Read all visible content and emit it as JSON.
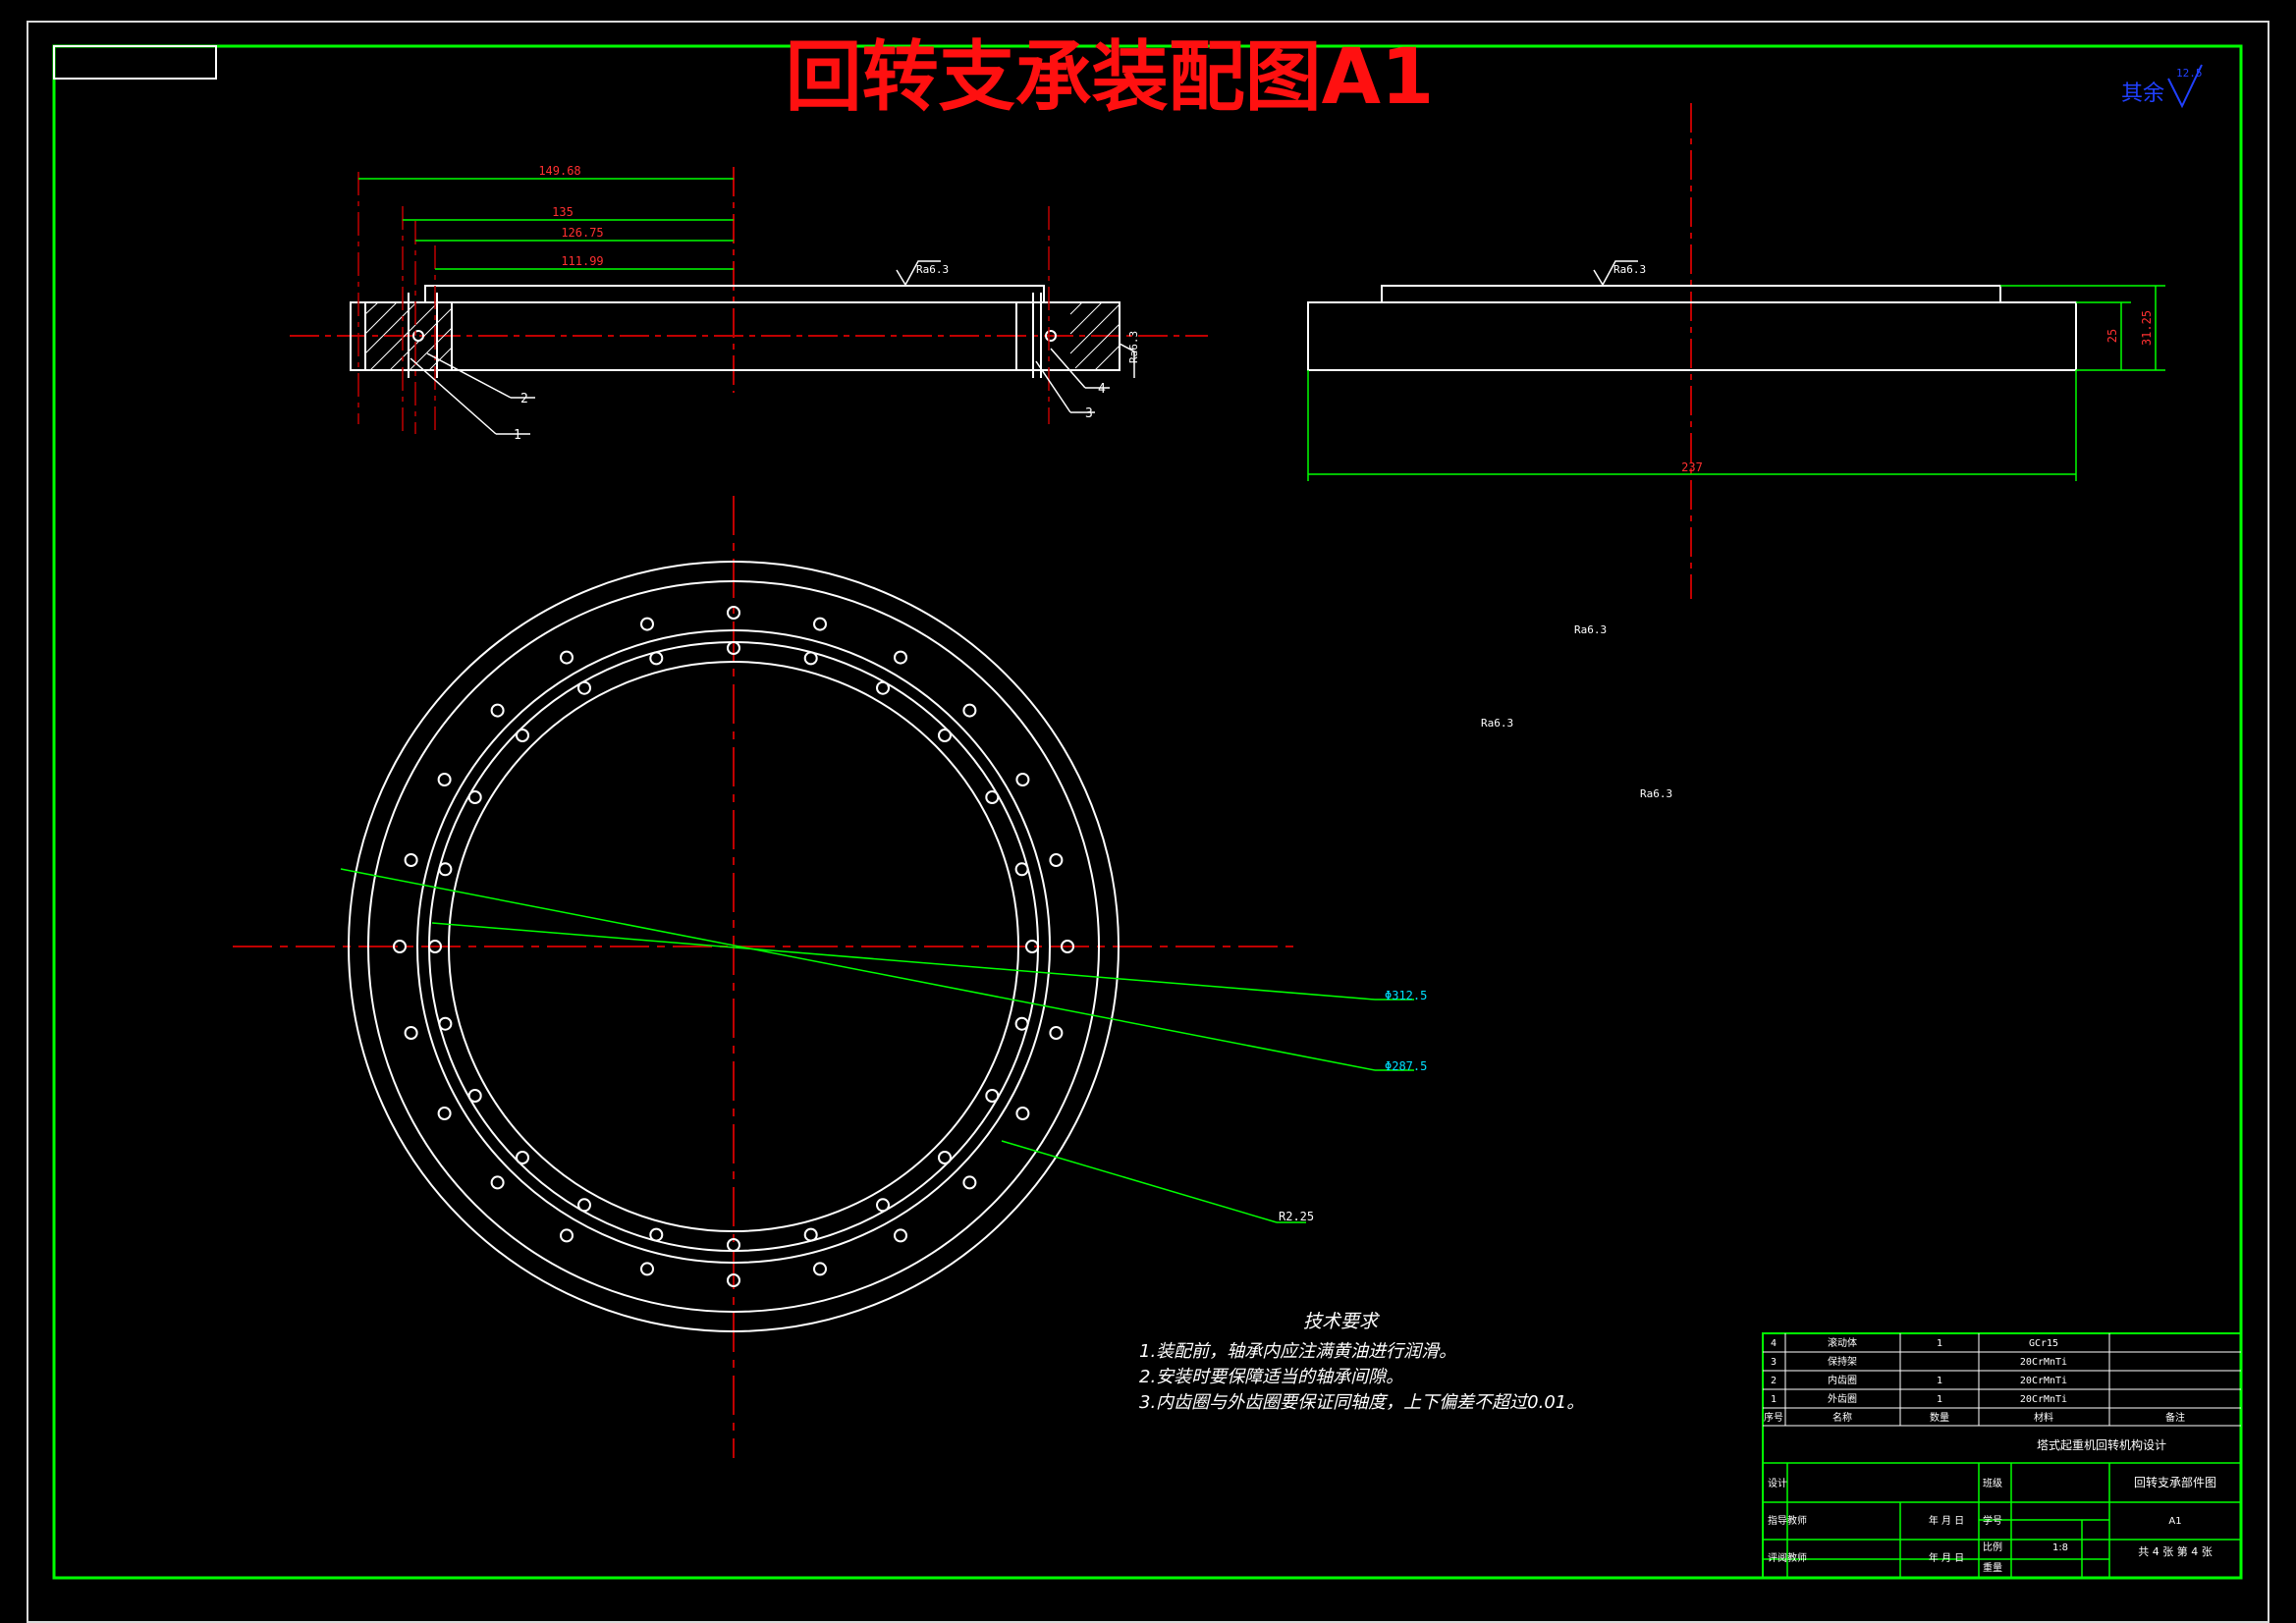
{
  "drawing": {
    "main_title": "回转支承装配图A1",
    "roughness_corner": {
      "label": "其余",
      "value": "12.5"
    },
    "dimensions": {
      "d1": "149.68",
      "d2": "135",
      "d3": "126.75",
      "d4": "111.99",
      "side_width": "237",
      "side_h1": "25",
      "side_h2": "31.25",
      "dia_outer": "Φ312.5",
      "dia_inner": "Φ287.5",
      "hole_radius": "R2.25"
    },
    "roughness": {
      "front_top": "Ra6.3",
      "front_right": "Ra6.3",
      "side_top": "Ra6.3",
      "misc1": "Ra6.3",
      "misc2": "Ra6.3",
      "misc3": "Ra6.3"
    },
    "part_callouts": [
      "1",
      "2",
      "3",
      "4"
    ],
    "tech_requirements": {
      "title": "技术要求",
      "items": [
        "1.装配前，轴承内应注满黄油进行润滑。",
        "2.安装时要保障适当的轴承间隙。",
        "3.内齿圈与外齿圈要保证同轴度，上下偏差不超过0.01。"
      ]
    },
    "parts_list": {
      "rows": [
        {
          "no": "4",
          "name": "滚动体",
          "qty": "1",
          "material": "GCr15",
          "note": ""
        },
        {
          "no": "3",
          "name": "保持架",
          "qty": "",
          "material": "20CrMnTi",
          "note": ""
        },
        {
          "no": "2",
          "name": "内齿圈",
          "qty": "1",
          "material": "20CrMnTi",
          "note": ""
        },
        {
          "no": "1",
          "name": "外齿圈",
          "qty": "1",
          "material": "20CrMnTi",
          "note": ""
        }
      ],
      "header": {
        "no": "序号",
        "name": "名称",
        "qty": "数量",
        "material": "材料",
        "note": "备注"
      }
    },
    "title_block": {
      "project": "塔式起重机回转机构设计",
      "drawing_name": "回转支承部件图",
      "size": "A1",
      "design": "设计",
      "supervisor": "指导教师",
      "reviewer": "评阅教师",
      "date1": "年 月 日",
      "date2": "年 月 日",
      "class": "班级",
      "student_no": "学号",
      "scale_label": "比例",
      "scale": "1:8",
      "weight": "重量",
      "sheets": "共 4 张  第 4 张"
    }
  }
}
